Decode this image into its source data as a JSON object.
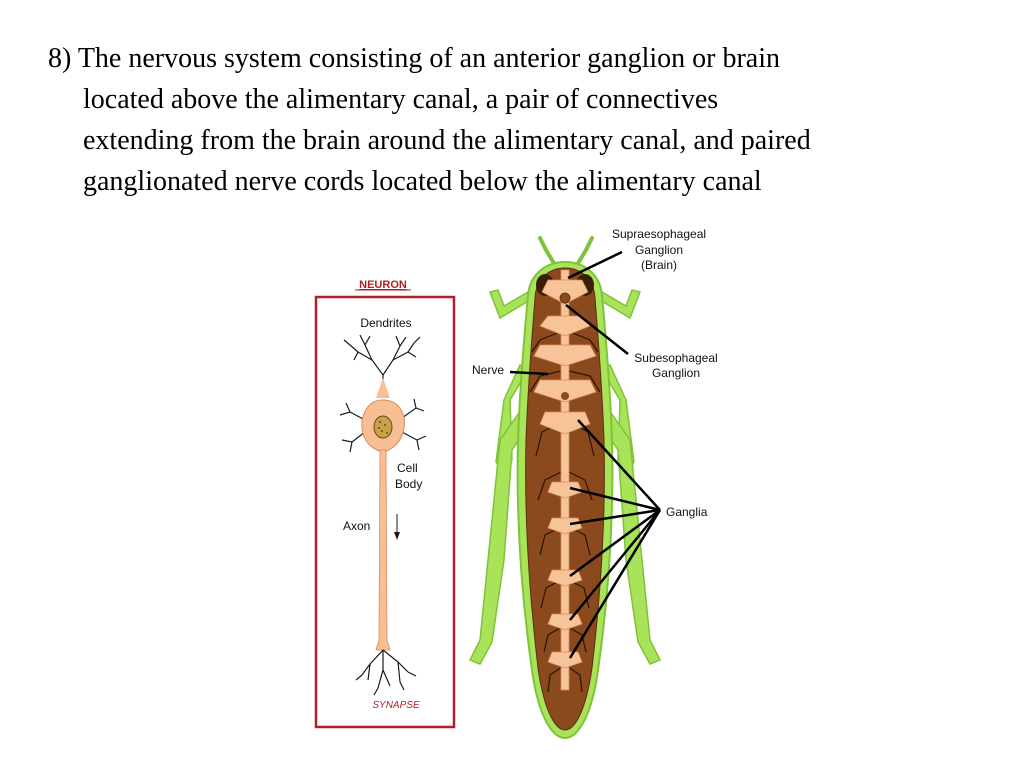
{
  "slide": {
    "text_lines": [
      "8) The nervous system consisting of an anterior ganglion or brain",
      "located above the alimentary canal, a pair of connectives",
      "extending from the brain around the alimentary canal, and paired",
      "ganglionated nerve cords located below the alimentary canal"
    ]
  },
  "neuron_panel": {
    "title": "NEURON",
    "dendrites": "Dendrites",
    "cell_body": [
      "Cell",
      "Body"
    ],
    "axon": "Axon",
    "synapse": "SYNAPSE"
  },
  "insect_panel": {
    "supra": [
      "Supraesophageal",
      "Ganglion",
      "(Brain)"
    ],
    "sub": [
      "Subesophageal",
      "Ganglion"
    ],
    "nerve": "Nerve",
    "ganglia": "Ganglia"
  },
  "colors": {
    "panel_border": "#b0202a",
    "neuron_fill": "#f7bf93",
    "body_green": "#a9e35a",
    "gut_brown": "#8a4a1e",
    "ganglion_fill": "#f7c49a"
  }
}
